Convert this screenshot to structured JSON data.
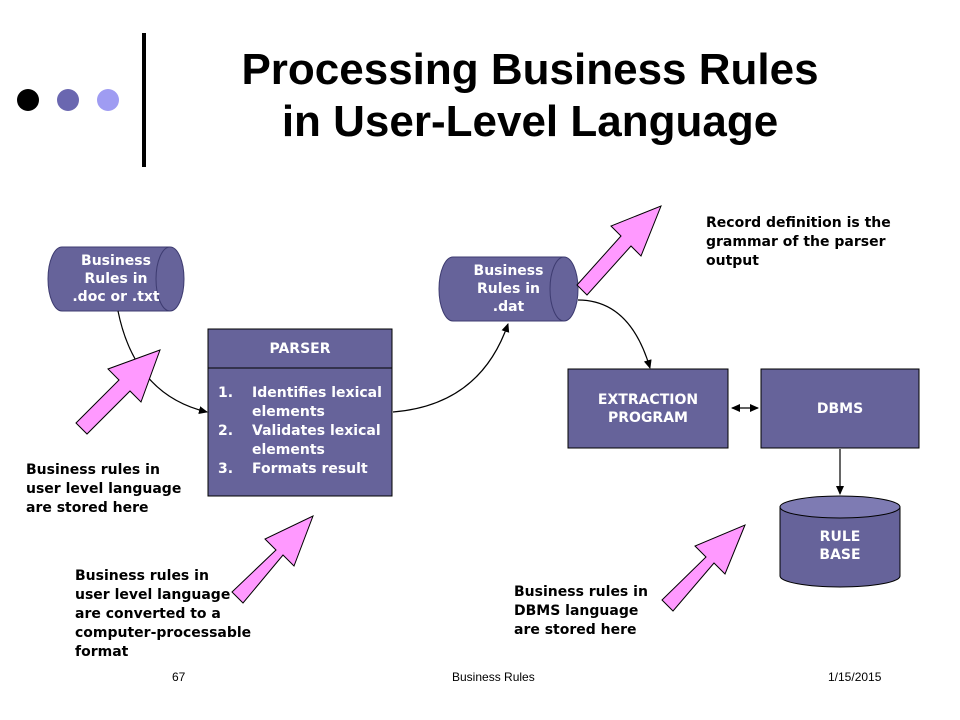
{
  "slide": {
    "title_line1": "Processing Business Rules",
    "title_line2": "in User-Level Language"
  },
  "colors": {
    "box_fill": "#66639a",
    "arrow_fill": "#ff99ff",
    "dot_black": "#000000",
    "dot_mid": "#6a67b0",
    "dot_light": "#9f9cf2"
  },
  "nodes": {
    "doc_storage": {
      "line1": "Business",
      "line2": "Rules in",
      "line3": ".doc or .txt"
    },
    "dat_storage": {
      "line1": "Business",
      "line2": "Rules in",
      "line3": ".dat"
    },
    "parser": {
      "title": "PARSER",
      "steps": [
        {
          "num": "1.",
          "text": "Identifies lexical elements"
        },
        {
          "num": "2.",
          "text": "Validates lexical elements"
        },
        {
          "num": "3.",
          "text": "Formats result"
        }
      ]
    },
    "extraction": {
      "line1": "EXTRACTION",
      "line2": "PROGRAM"
    },
    "dbms": {
      "label": "DBMS"
    },
    "rule_base": {
      "line1": "RULE",
      "line2": "BASE"
    }
  },
  "annotations": {
    "record_definition": [
      "Record definition is the",
      "grammar of the parser",
      "output"
    ],
    "stored_user_level": [
      "Business rules in",
      "user level language",
      "are stored here"
    ],
    "converted": [
      "Business rules in",
      "user level language",
      "are converted to a",
      "computer-processable",
      "format"
    ],
    "stored_dbms": [
      "Business rules in",
      "DBMS language",
      "are stored here"
    ]
  },
  "footer": {
    "page_number": "67",
    "center_text": "Business Rules",
    "date": "1/15/2015"
  }
}
